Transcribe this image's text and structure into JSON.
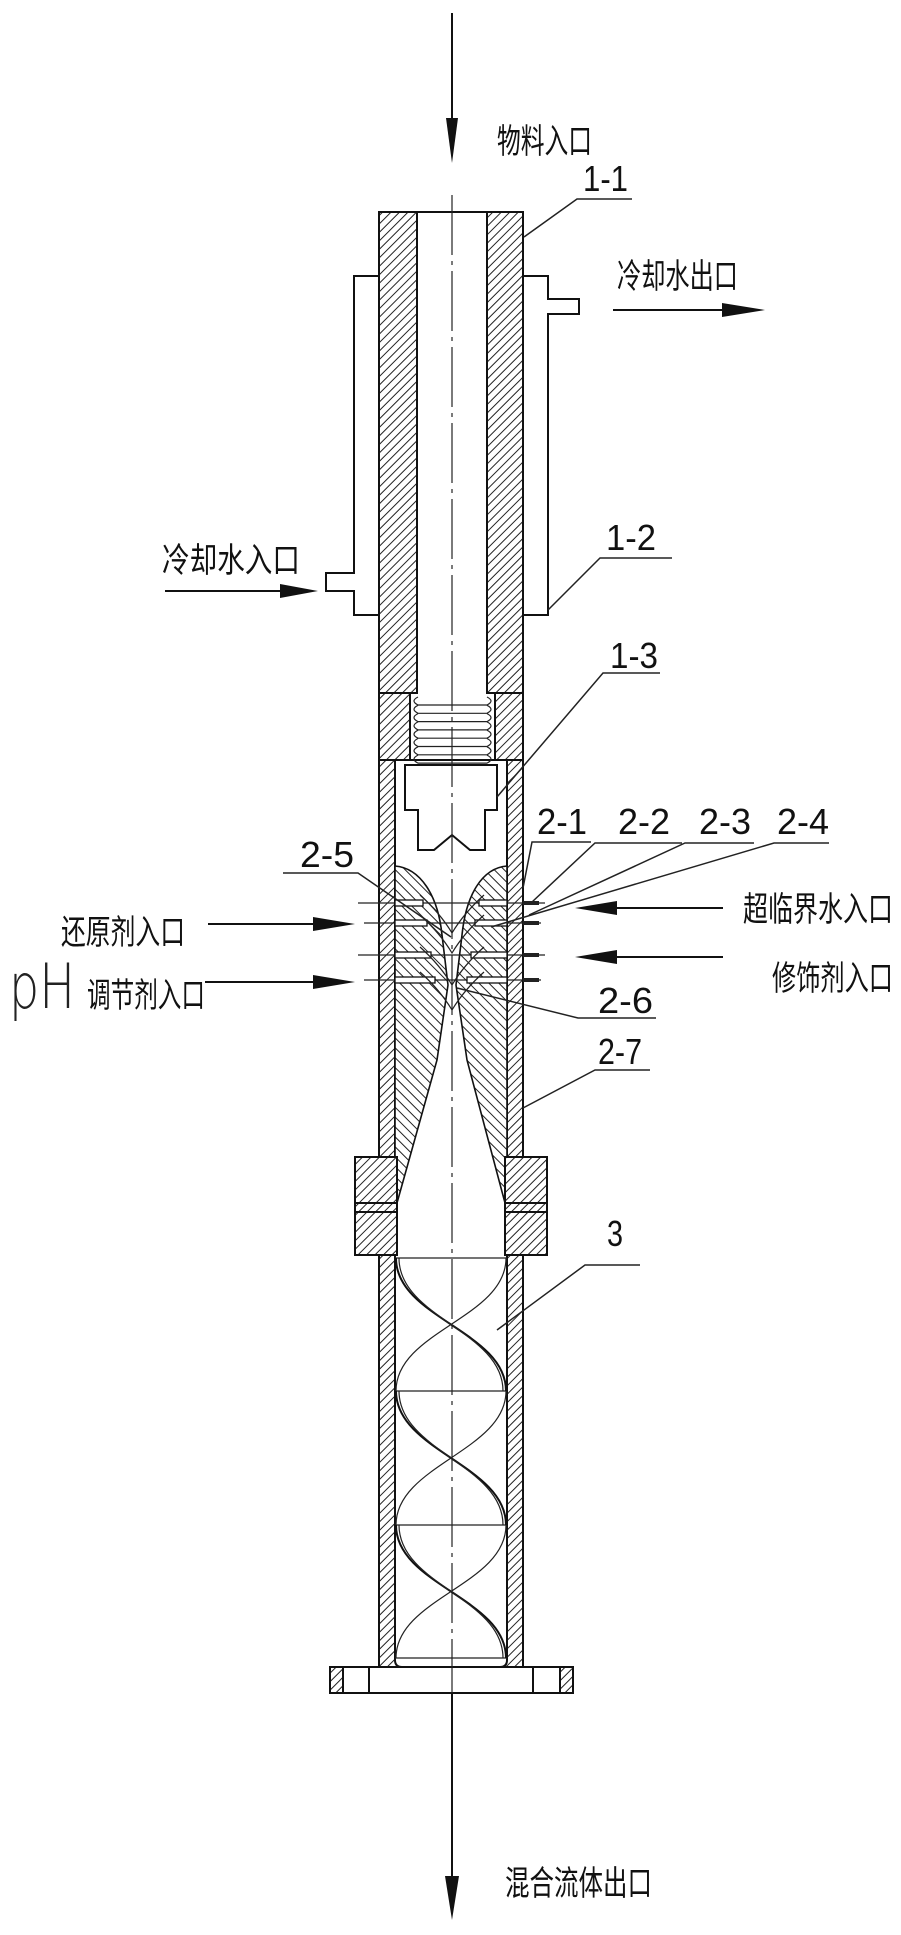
{
  "flows": {
    "material_inlet": "物料入口",
    "cooling_water_outlet": "冷却水出口",
    "cooling_water_inlet": "冷却水入口",
    "supercritical_water_inlet": "超临界水入口",
    "modifier_inlet": "修饰剂入口",
    "reductant_inlet": "还原剂入口",
    "ph_prefix": "pH",
    "ph_regulator_inlet": "调节剂入口",
    "mixed_fluid_outlet": "混合流体出口"
  },
  "parts": {
    "p1_1": "1-1",
    "p1_2": "1-2",
    "p1_3": "1-3",
    "p2_1": "2-1",
    "p2_2": "2-2",
    "p2_3": "2-3",
    "p2_4": "2-4",
    "p2_5": "2-5",
    "p2_6": "2-6",
    "p2_7": "2-7",
    "p3": "3"
  },
  "colors": {
    "line": "#111111",
    "background": "#ffffff"
  }
}
